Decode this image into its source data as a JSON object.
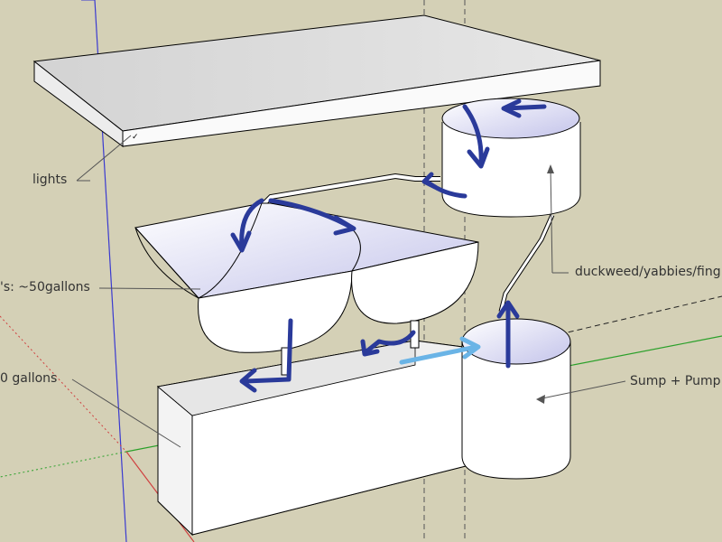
{
  "labels": {
    "lights": "lights",
    "growbeds": "'s: ~50gallons",
    "fishtank": "0 gallons",
    "duckweed": "duckweed/yabbies/fing",
    "sump": "Sump + Pump"
  },
  "colors": {
    "background": "#d4d0b6",
    "shaded_face": "#c9c9ee",
    "flow_arrow": "#2a3a9a",
    "inflow_arrow": "#6ab4e6",
    "axis_green": "#2aa02a",
    "axis_blue": "#3a3ad0",
    "axis_red": "#d04040"
  }
}
